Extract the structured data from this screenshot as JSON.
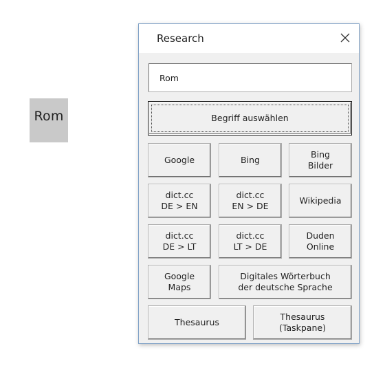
{
  "sheet": {
    "selected_cell_text": "Rom"
  },
  "pane": {
    "title": "Research",
    "search_value": "Rom",
    "select_button": "Begriff auswählen",
    "buttons": {
      "google": "Google",
      "bing": "Bing",
      "bing_bilder": "Bing\nBilder",
      "dict_de_en": "dict.cc\nDE > EN",
      "dict_en_de": "dict.cc\nEN > DE",
      "wikipedia": "Wikipedia",
      "dict_de_lt": "dict.cc\nDE > LT",
      "dict_lt_de": "dict.cc\nLT > DE",
      "duden": "Duden\nOnline",
      "google_maps": "Google\nMaps",
      "dwds": "Digitales Wörterbuch\nder deutsche Sprache",
      "thesaurus": "Thesaurus",
      "thesaurus_taskpane": "Thesaurus\n(Taskpane)"
    }
  },
  "icons": {
    "close": "close-icon"
  }
}
